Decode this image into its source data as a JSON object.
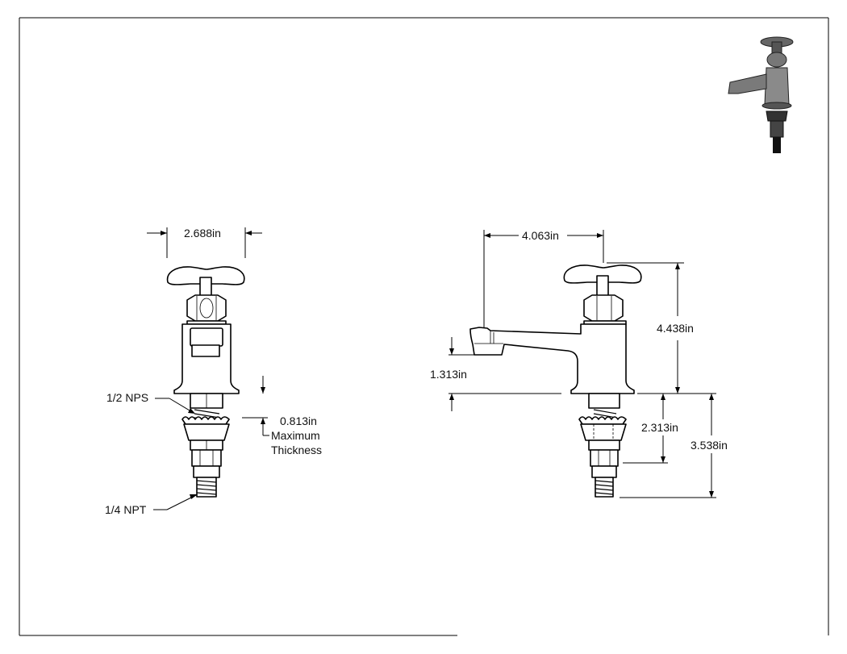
{
  "front_view": {
    "width_label": "2.688in",
    "npS_label": "1/2 NPS",
    "npt_label": "1/4 NPT",
    "thickness_value": "0.813in",
    "thickness_line1": "Maximum",
    "thickness_line2": "Thickness"
  },
  "side_view": {
    "reach_label": "4.063in",
    "height_label": "4.438in",
    "spout_label": "1.313in",
    "shank_label": "2.313in",
    "overall_label": "3.538in"
  }
}
